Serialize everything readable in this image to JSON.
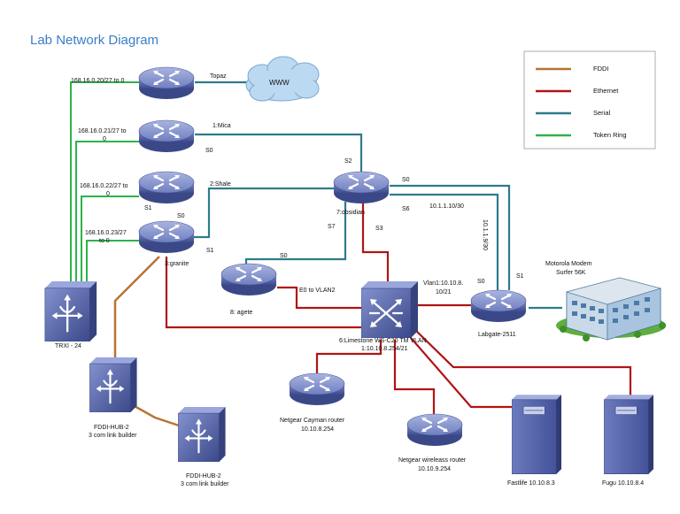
{
  "title": "Lab Network Diagram",
  "colors": {
    "title": "#3a7ec8",
    "fddi": "#b87333",
    "ethernet": "#b01414",
    "serial": "#2e7b8c",
    "token_ring": "#2db34a",
    "router_body": "#5a6cb0",
    "cloud": "#bcd9f2"
  },
  "legend": {
    "fddi": "FDDI",
    "ethernet": "Ethernet",
    "serial": "Serial",
    "token_ring": "Token Ring"
  },
  "labels": {
    "topaz_link": "Topaz",
    "www": "WWW",
    "tr1": "168.16.0.20/27 to 0",
    "tr2a": "168.16.0.21/27 to",
    "tr2b": "0",
    "tr3a": "168.16.0.22/27 to",
    "tr3b": "0",
    "tr4a": "168.16.0.23/27",
    "tr4b": "to 0",
    "mica": "1:Mica",
    "mica_s0": "S0",
    "shale": "2:Shale",
    "shale_s1": "S1",
    "granite_s0": "S0",
    "granite_s1": "S1",
    "granite": "3:granite",
    "obsidian": "7:obsidian",
    "obs_s2": "S2",
    "obs_s0": "S0",
    "obs_s6": "S6",
    "obs_s7": "S7",
    "obs_s3": "S3",
    "serial_ip": "10.1.1.10/30",
    "serial_ip_v": "10.1.1.9/30",
    "agete_s0": "S0",
    "agete": "8: agete",
    "e0vlan": "E0 to VLAN2",
    "vlan1a": "Vlan1:10.10.8.",
    "vlan1b": "10/21",
    "lab_s0": "S0",
    "lab_s1": "S1",
    "labgate": "Labgate-2511",
    "modem1": "Motorola Modem",
    "modem2": "Surfer 56K",
    "limestone1": "6:Limestone WS-C20 TM VLAN",
    "limestone2": "1:10.10.8.254/21",
    "trxi": "TRXI - 24",
    "fddi_hub1a": "FDDI-HUB-2",
    "fddi_hub1b": "3 com link builder",
    "fddi_hub2a": "FDDI-HUB-2",
    "fddi_hub2b": "3 com link builder",
    "cayman1": "Netgear Cayman router",
    "cayman2": "10.10.8.254",
    "wireless1": "Netgear wireleass router",
    "wireless2": "10.10.9.254",
    "fastlife": "Fastlife 10.10.8.3",
    "fugu": "Fugu 10.10.8.4"
  }
}
